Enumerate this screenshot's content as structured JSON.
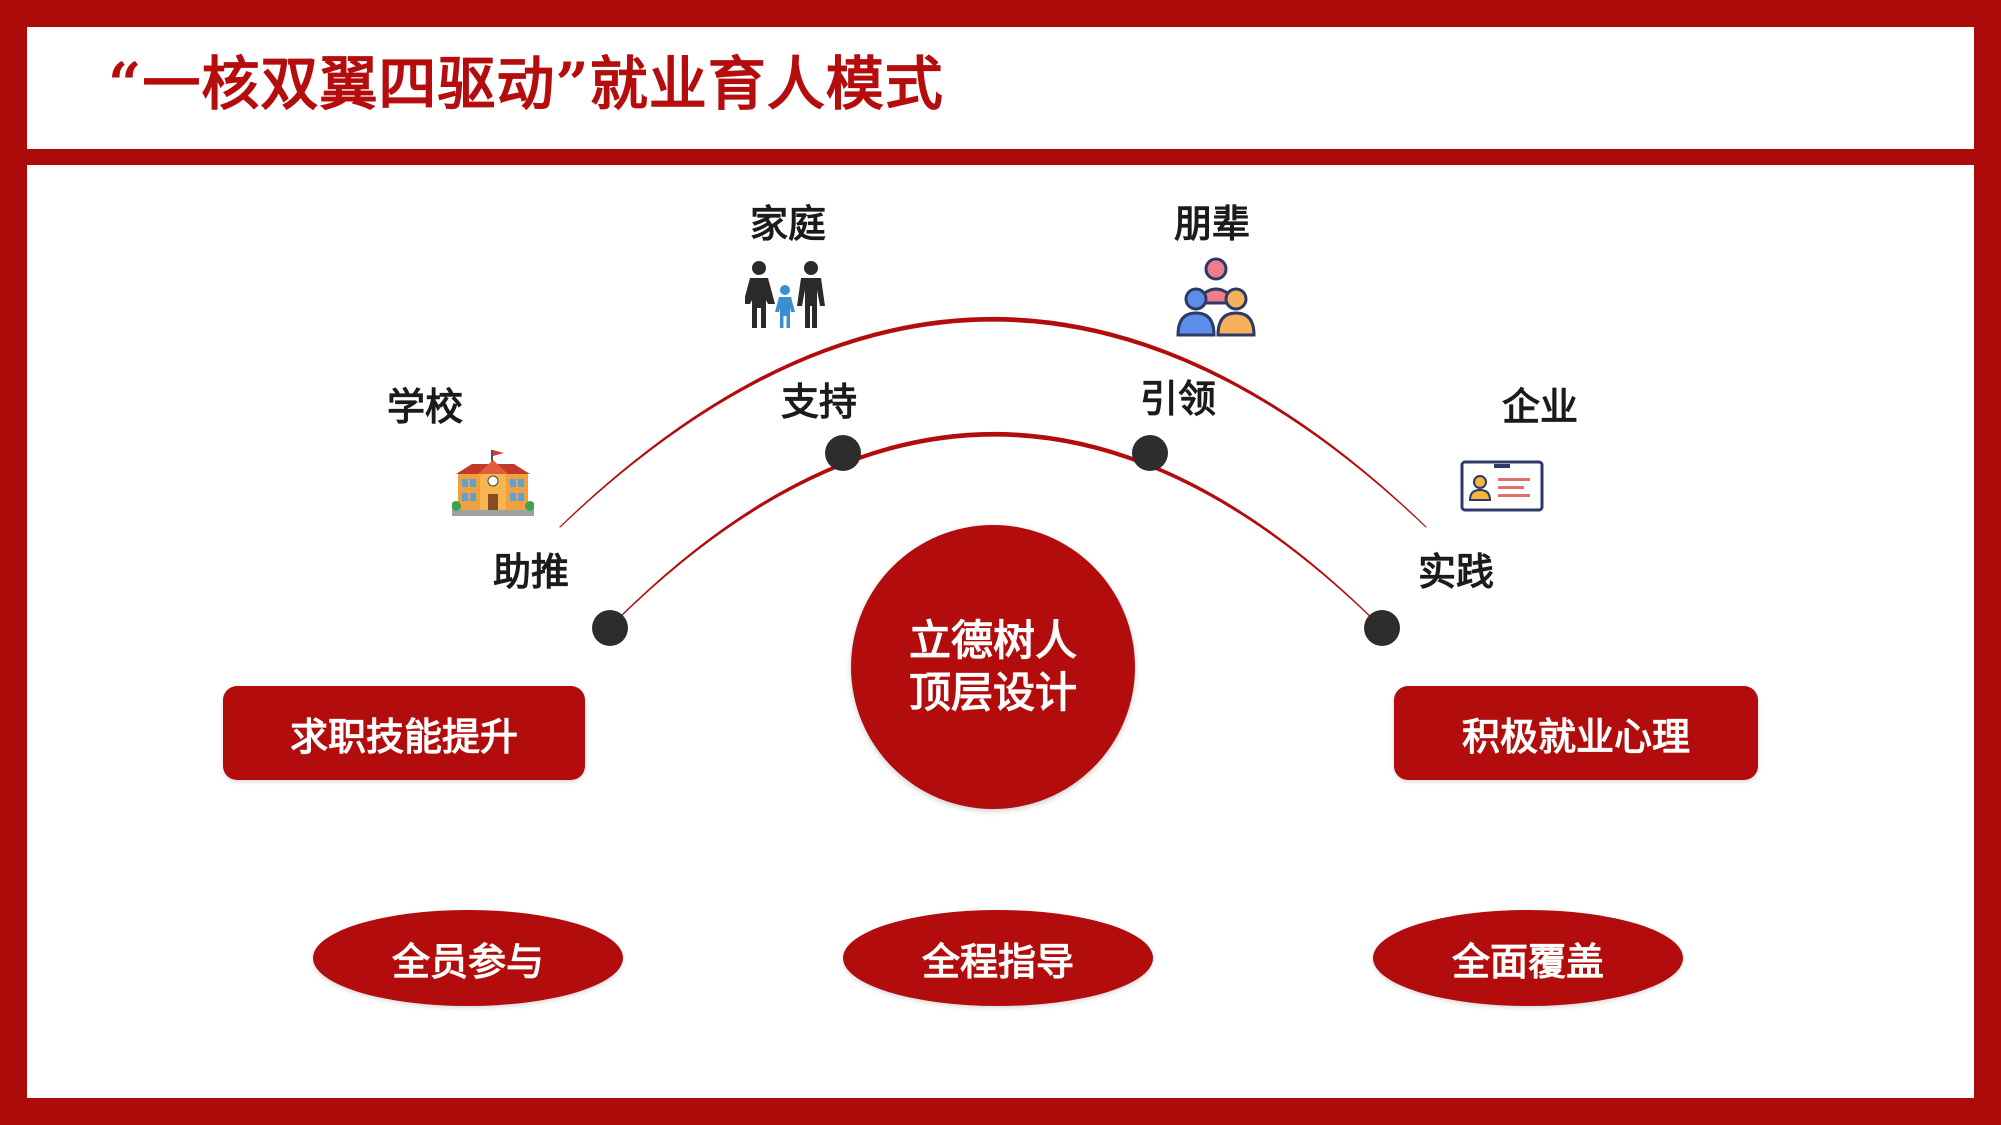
{
  "title": "“一核双翼四驱动”就业育人模式",
  "core": {
    "line1": "立德树人",
    "line2": "顶层设计"
  },
  "sources": {
    "school": "学校",
    "family": "家庭",
    "peers": "朋辈",
    "enterprise": "企业"
  },
  "roles": {
    "assist": "助推",
    "support": "支持",
    "guide": "引领",
    "practice": "实践"
  },
  "wings": {
    "left": "求职技能提升",
    "right": "积极就业心理"
  },
  "principles": [
    "全员参与",
    "全程指导",
    "全面覆盖"
  ],
  "icons": {
    "school": "school-building-icon",
    "family": "family-icon",
    "peers": "people-group-icon",
    "enterprise": "id-card-icon"
  },
  "colors": {
    "accent": "#b30c0c",
    "frame": "#ad0a0a",
    "node": "#2d2d2d"
  }
}
